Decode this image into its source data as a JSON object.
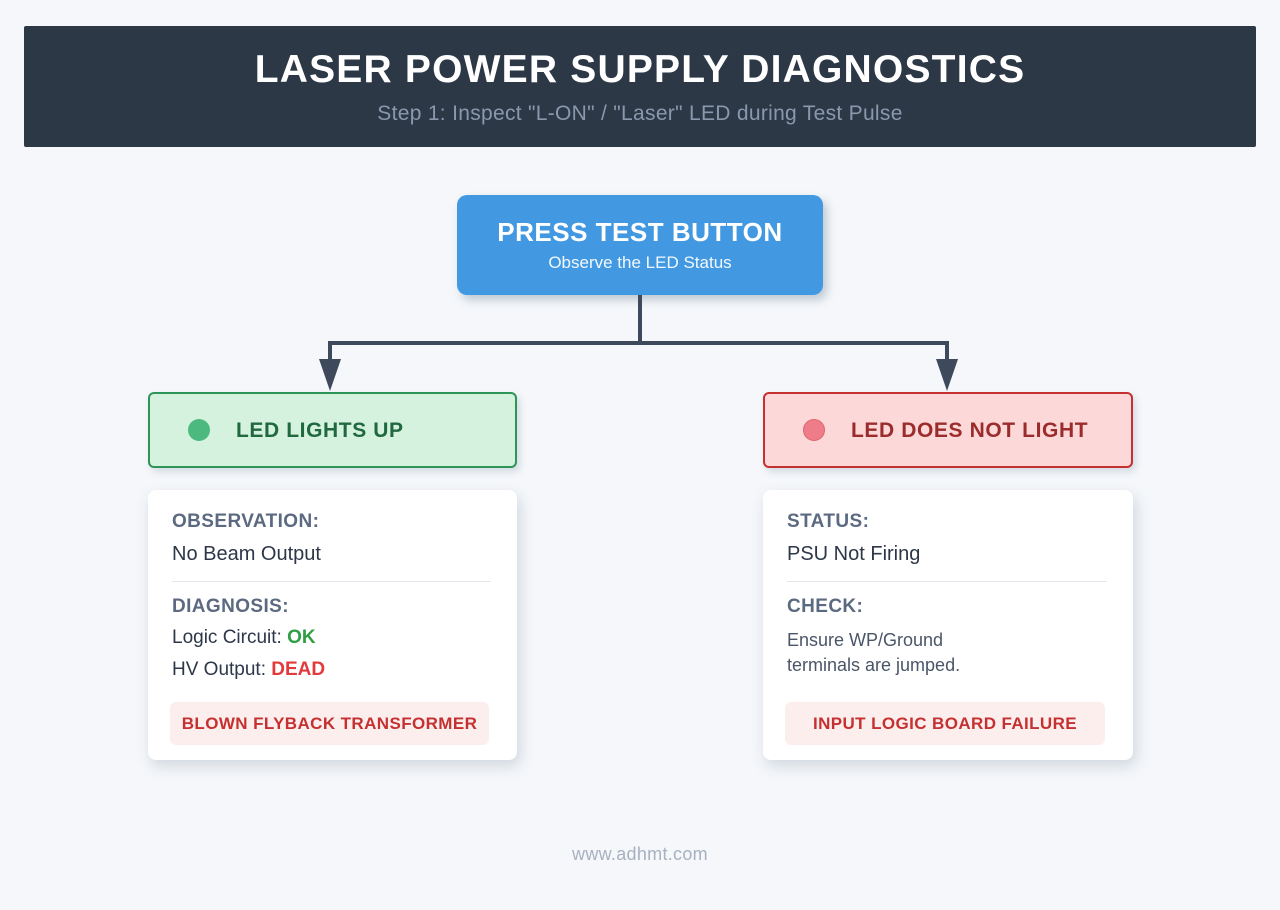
{
  "header": {
    "title": "LASER POWER SUPPLY DIAGNOSTICS",
    "subtitle": "Step 1: Inspect \"L-ON\" / \"Laser\" LED during Test Pulse"
  },
  "flowchart": {
    "root": {
      "title": "PRESS TEST BUTTON",
      "subtitle": "Observe the LED Status"
    },
    "branch_positive": {
      "label": "LED LIGHTS UP",
      "card": {
        "observation_label": "OBSERVATION:",
        "observation_value": "No Beam Output",
        "diagnosis_label": "DIAGNOSIS:",
        "diagnosis_rows": [
          {
            "label": "Logic Circuit:",
            "status": "OK",
            "status_color": "#2f9e44"
          },
          {
            "label": "HV Output:",
            "status": "DEAD",
            "status_color": "#e23a3a"
          }
        ],
        "banner": "BLOWN FLYBACK TRANSFORMER"
      }
    },
    "branch_negative": {
      "label": "LED DOES NOT LIGHT",
      "card": {
        "status_label": "STATUS:",
        "status_value": "PSU Not Firing",
        "check_label": "CHECK:",
        "check_line1": "Ensure WP/Ground",
        "check_line2": "terminals are jumped.",
        "banner": "INPUT LOGIC BOARD FAILURE"
      }
    }
  },
  "footer": {
    "website": "www.adhmt.com"
  },
  "colors": {
    "page_bg": "#f5f7fa",
    "header_bg": "#2d3847",
    "root_bg": "#4399e1",
    "connector": "#3e4a5c",
    "green_bg": "#d4f2de",
    "green_border": "#2e9558",
    "green_text": "#20693f",
    "green_dot": "#4cba7f",
    "red_bg": "#fcd8d8",
    "red_border": "#c53030",
    "red_text": "#9b2c2c",
    "red_dot": "#ef7d89",
    "banner_bg": "#fdeeee",
    "banner_text": "#c53030",
    "label_text": "#5b6a80",
    "value_text": "#2d3748",
    "check_text": "#4a5568"
  }
}
